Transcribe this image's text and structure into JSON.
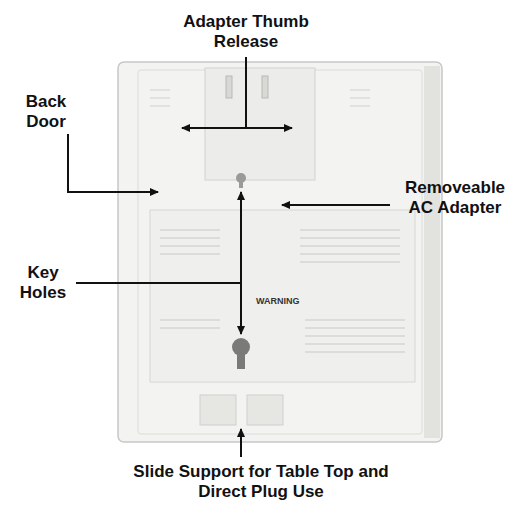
{
  "diagram": {
    "labels": [
      "Adapter Thumb Release",
      "Back Door",
      "Removeable AC Adapter",
      "Key Holes",
      "WARNING",
      "Slide Support for Table Top and Direct Plug Use"
    ]
  }
}
